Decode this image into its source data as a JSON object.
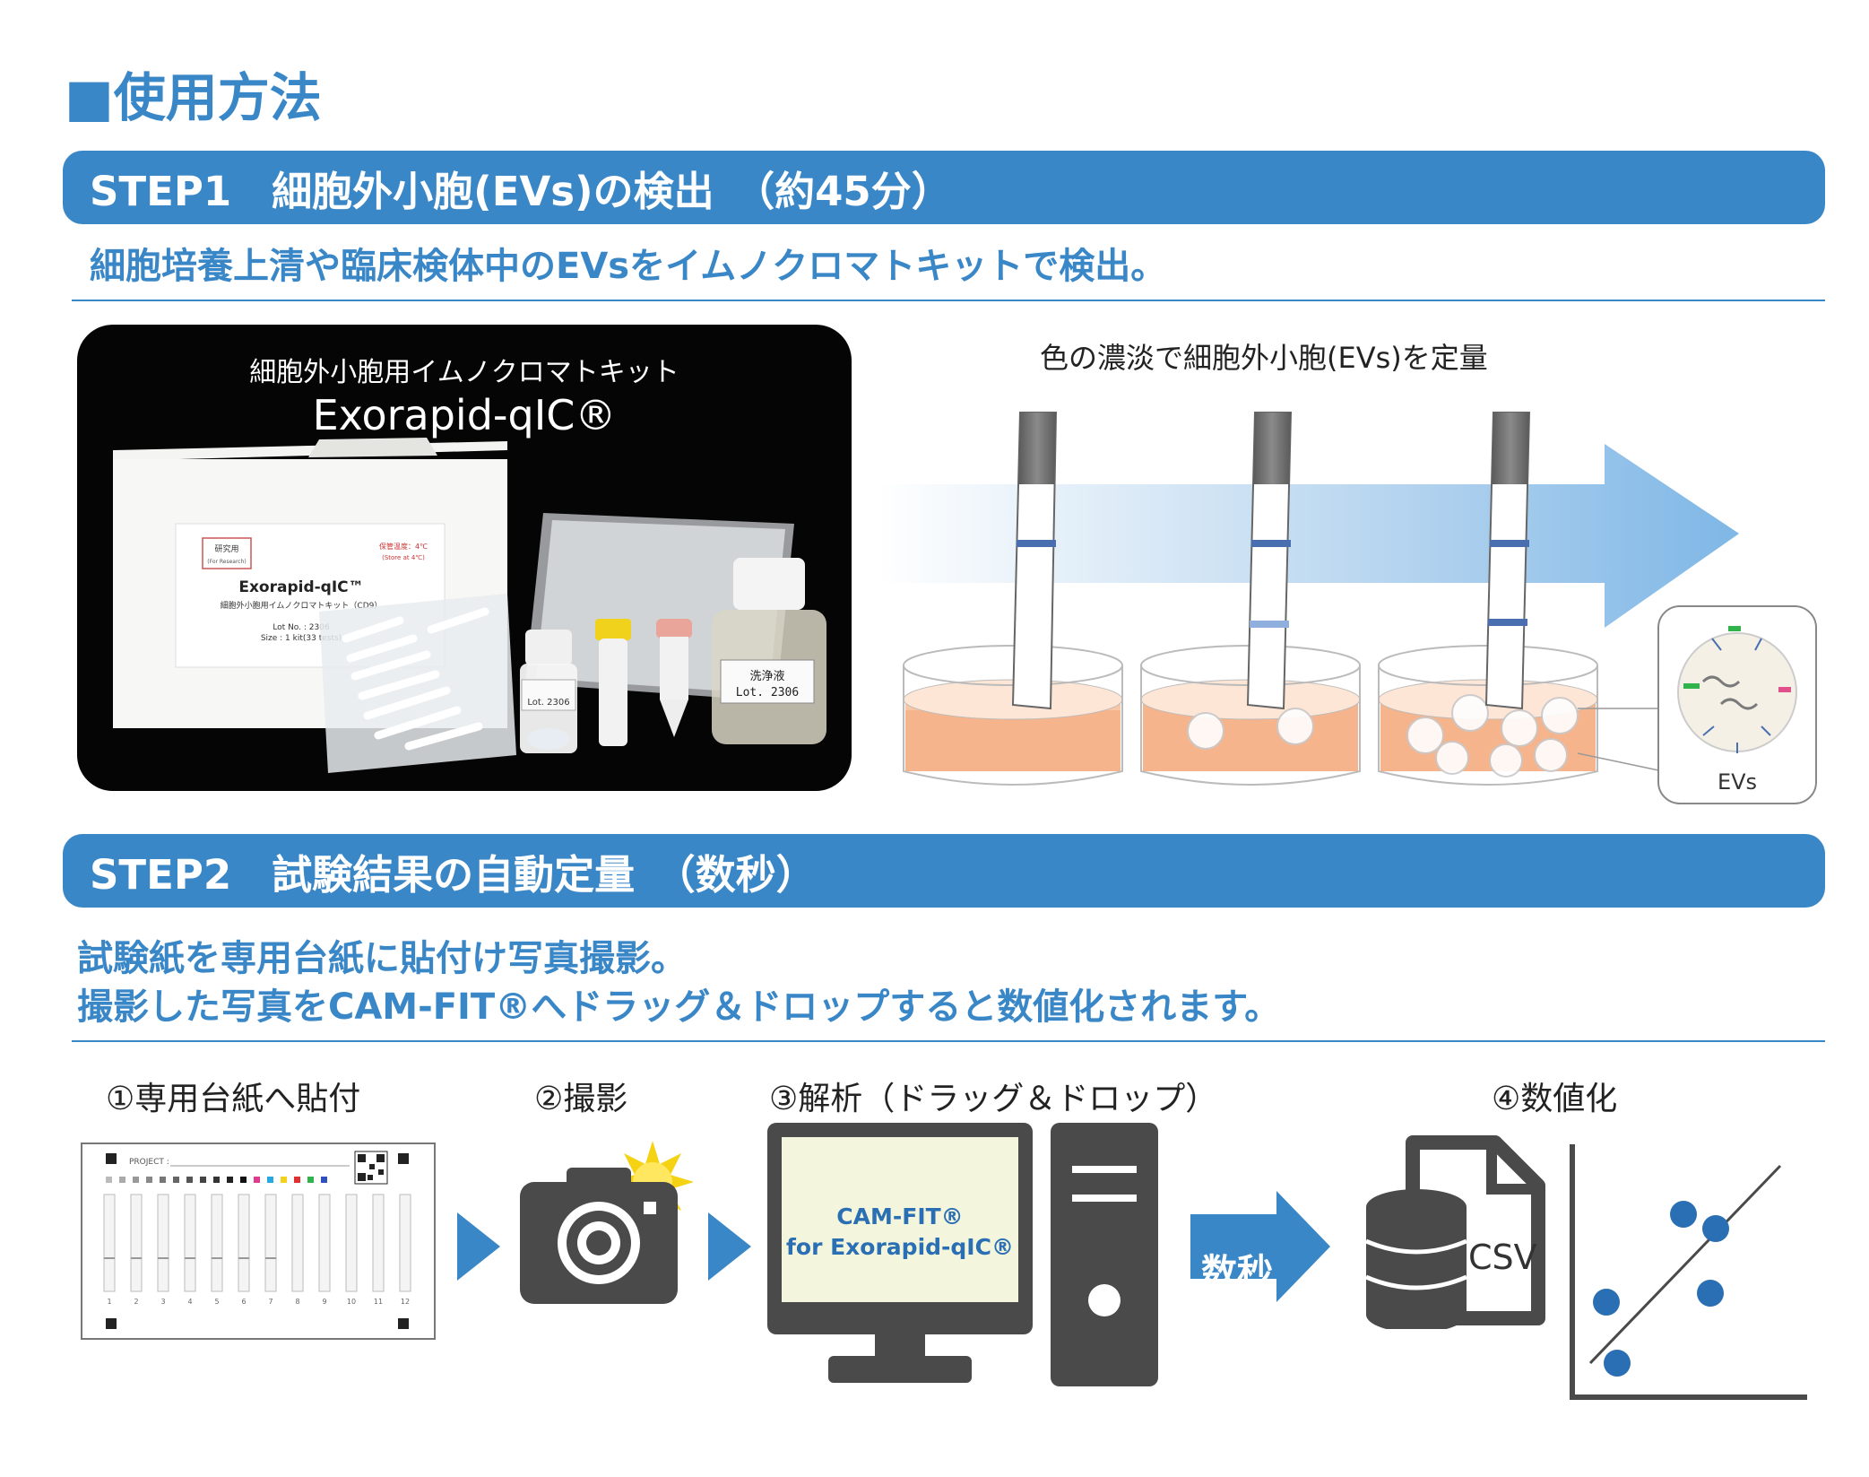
{
  "page_title": "■使用方法",
  "step1": {
    "bar": "STEP1　細胞外小胞(EVs)の検出　（約45分）",
    "description": "細胞培養上清や臨床検体中のEVsをイムノクロマトキットで検出。",
    "photo": {
      "caption_line1": "細胞外小胞用イムノクロマトキット",
      "caption_line2": "Exorapid-qIC®",
      "box_label_small": "研究用",
      "box_label_small_en": "(For Research)",
      "box_storage": "保管温度：4℃",
      "box_storage_en": "(Store at 4℃)",
      "box_product": "Exorapid-qIC™",
      "box_product_jp": "細胞外小胞用イムノクロマトキット（CD9）",
      "box_lot": "Lot No. : 2306",
      "box_size": "Size : 1 kit(33 tests)",
      "vial_label": "Lot. 2306",
      "bottle_label_jp": "洗浄液",
      "bottle_label_lot": "Lot. 2306"
    },
    "diagram": {
      "caption": "色の濃淡で細胞外小胞(EVs)を定量",
      "zoom_label": "EVs"
    }
  },
  "step2": {
    "bar": "STEP2　試験結果の自動定量　（数秒）",
    "description_line1": "試験紙を専用台紙に貼付け写真撮影。",
    "description_line2": "撮影した写真をCAM-FIT®へドラッグ＆ドロップすると数値化されます。",
    "panels": [
      {
        "label": "①専用台紙へ貼付"
      },
      {
        "label": "②撮影"
      },
      {
        "label": "③解析（ドラッグ＆ドロップ）"
      },
      {
        "label": "④数値化"
      }
    ],
    "sheet": {
      "project_label": "PROJECT :",
      "lane_numbers": [
        "1",
        "2",
        "3",
        "4",
        "5",
        "6",
        "7",
        "8",
        "9",
        "10",
        "11",
        "12"
      ]
    },
    "monitor_line1": "CAM-FIT®",
    "monitor_line2": "for Exorapid-qIC®",
    "arrow_label": "数秒",
    "csv_label": "CSV"
  },
  "colors": {
    "brand_blue": "#3a87c8",
    "dark_gray": "#4a4a4a",
    "band_blue": "#4a6fb0",
    "liquid": "#f5b58c"
  },
  "icons": [
    "camera-icon",
    "monitor-icon",
    "pc-tower-icon",
    "database-icon",
    "csv-file-icon",
    "scatter-chart-icon",
    "arrow-right-icon"
  ]
}
